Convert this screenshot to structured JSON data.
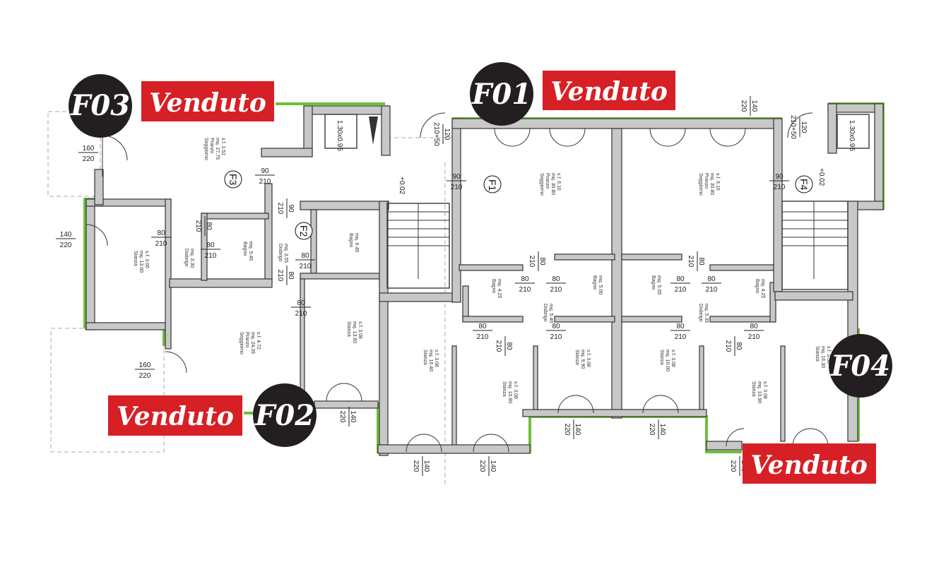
{
  "colors": {
    "badge": "#231f20",
    "sold": "#d71f26",
    "perimeter": "#6fbf3a",
    "wall": "#c8c8c8"
  },
  "units": [
    {
      "id": "F03",
      "status": "Venduto"
    },
    {
      "id": "F01",
      "status": "Venduto"
    },
    {
      "id": "F02",
      "status": "Venduto"
    },
    {
      "id": "F04",
      "status": "Venduto"
    }
  ],
  "entrances": [
    "F3",
    "F1",
    "F2",
    "F4"
  ],
  "elevation": "+0.02",
  "lift": "1.30x0.95",
  "rooms": [
    {
      "name": "Soggiorno",
      "sub": "Pranzo",
      "area": "mq. 27,75",
      "sf": "s.f. 3.52"
    },
    {
      "name": "Stanza",
      "sub": "",
      "area": "mq. 13.00",
      "sf": "s.f. 3.06"
    },
    {
      "name": "Disbrigo",
      "sub": "",
      "area": "mq. 3.30",
      "sf": ""
    },
    {
      "name": "Bagno",
      "sub": "",
      "area": "mq. 5.45",
      "sf": ""
    },
    {
      "name": "Disbrigo",
      "sub": "",
      "area": "mq. 3.55",
      "sf": ""
    },
    {
      "name": "Bagno",
      "sub": "",
      "area": "mq. 6.45",
      "sf": ""
    },
    {
      "name": "Soggiorno",
      "sub": "Pranzo",
      "area": "mq. 24,35",
      "sf": "s.f. 4.72"
    },
    {
      "name": "Stanza",
      "sub": "",
      "area": "mq. 13.60",
      "sf": "s.f. 3.08"
    },
    {
      "name": "Stanza",
      "sub": "",
      "area": "mq. 16.40",
      "sf": "s.f. 3.08"
    },
    {
      "name": "Stanza",
      "sub": "",
      "area": "mq. 10.90",
      "sf": "s.f. 3.08"
    },
    {
      "name": "Soggiorno",
      "sub": "Pranzo",
      "area": "mq. 30.80",
      "sf": "s.f. 6.16"
    },
    {
      "name": "Soggiorno",
      "sub": "Pranzo",
      "area": "mq. 30.80",
      "sf": "s.f. 6.16"
    },
    {
      "name": "Bagno",
      "sub": "",
      "area": "mq. 4.25",
      "sf": ""
    },
    {
      "name": "Disbrigo",
      "sub": "",
      "area": "mq. 5.40",
      "sf": ""
    },
    {
      "name": "Bagno",
      "sub": "",
      "area": "mq. 5.00",
      "sf": ""
    },
    {
      "name": "Bagno",
      "sub": "",
      "area": "mq. 5.05",
      "sf": ""
    },
    {
      "name": "Disbrigo",
      "sub": "",
      "area": "mq. 5.35",
      "sf": ""
    },
    {
      "name": "Bagno",
      "sub": "",
      "area": "mq. 4.25",
      "sf": ""
    },
    {
      "name": "Stanza",
      "sub": "",
      "area": "mq. 9.90",
      "sf": "s.f. 3.08"
    },
    {
      "name": "Stanza",
      "sub": "",
      "area": "mq. 10.00",
      "sf": "s.f. 3.08"
    },
    {
      "name": "Stanza",
      "sub": "",
      "area": "mq. 10.90",
      "sf": "s.f. 3.08"
    },
    {
      "name": "Stanza",
      "sub": "",
      "area": "mq. 16.30",
      "sf": "s.f. 3.08"
    }
  ],
  "doors": [
    {
      "w": "160",
      "h": "220"
    },
    {
      "w": "140",
      "h": "220"
    },
    {
      "w": "160",
      "h": "220"
    },
    {
      "w": "90",
      "h": "210"
    },
    {
      "w": "80",
      "h": "210"
    },
    {
      "w": "80",
      "h": "210"
    },
    {
      "w": "80",
      "h": "210"
    },
    {
      "w": "90",
      "h": "210"
    },
    {
      "w": "80",
      "h": "210"
    },
    {
      "w": "80",
      "h": "210"
    },
    {
      "w": "80",
      "h": "210"
    },
    {
      "w": "90",
      "h": "210"
    },
    {
      "w": "80",
      "h": "210"
    },
    {
      "w": "80",
      "h": "210"
    },
    {
      "w": "80",
      "h": "210"
    },
    {
      "w": "80",
      "h": "210"
    },
    {
      "w": "80",
      "h": "210"
    },
    {
      "w": "80",
      "h": "210"
    },
    {
      "w": "80",
      "h": "210"
    },
    {
      "w": "80",
      "h": "210"
    },
    {
      "w": "90",
      "h": "210"
    },
    {
      "w": "80",
      "h": "210"
    },
    {
      "w": "80",
      "h": "210"
    },
    {
      "w": "140",
      "h": "220"
    },
    {
      "w": "140",
      "h": "220"
    },
    {
      "w": "140",
      "h": "220"
    },
    {
      "w": "140",
      "h": "220"
    },
    {
      "w": "140",
      "h": "220"
    },
    {
      "w": "140",
      "h": "220"
    },
    {
      "w": "140",
      "h": "220"
    },
    {
      "w": "120",
      "h": "210+50"
    },
    {
      "w": "120",
      "h": "210+50"
    },
    {
      "w": "80",
      "h": "210"
    },
    {
      "w": "80",
      "h": "210"
    }
  ]
}
